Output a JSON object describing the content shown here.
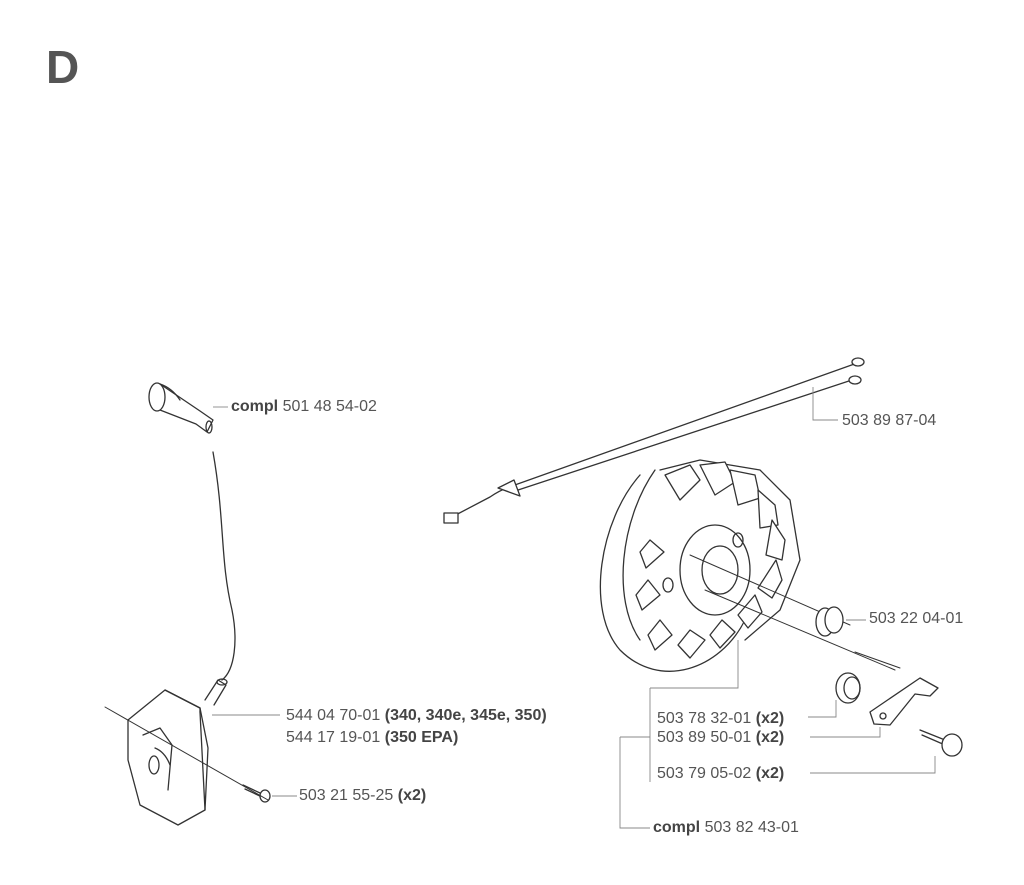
{
  "section_letter": "D",
  "labels": {
    "boot": {
      "prefix": "compl",
      "number": "501 48 54-02"
    },
    "wires": {
      "number": "503 89 87-04"
    },
    "bushing": {
      "number": "503 22 04-01"
    },
    "coil_a": {
      "number": "544 04 70-01",
      "qualifier": "(340, 340e, 345e, 350)"
    },
    "coil_b": {
      "number": "544 17 19-01",
      "qualifier": "(350 EPA)"
    },
    "screw": {
      "number": "503 21 55-25",
      "qualifier": "(x2)"
    },
    "spring": {
      "number": "503 78 32-01",
      "qualifier": "(x2)"
    },
    "pawl": {
      "number": "503 89 50-01",
      "qualifier": "(x2)"
    },
    "pin": {
      "number": "503 79 05-02",
      "qualifier": "(x2)"
    },
    "flywheel": {
      "prefix": "compl",
      "number": "503 82 43-01"
    }
  },
  "colors": {
    "line": "#333333",
    "leader": "#888888",
    "text": "#555555"
  }
}
